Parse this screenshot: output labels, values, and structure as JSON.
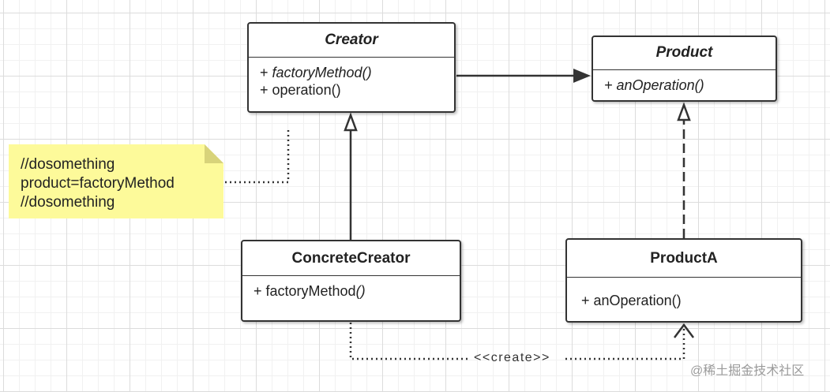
{
  "classes": {
    "creator": {
      "name": "Creator",
      "abstract": true,
      "members": [
        {
          "prefix": "+ ",
          "text": "factoryMethod()",
          "italic": true
        },
        {
          "prefix": "+ ",
          "text": "operation()",
          "italic": false
        }
      ]
    },
    "product": {
      "name": "Product",
      "abstract": true,
      "members": [
        {
          "prefix": "+ ",
          "text": "anOperation()",
          "italic": true
        }
      ]
    },
    "concrete_creator": {
      "name": "ConcreteCreator",
      "abstract": false,
      "members": [
        {
          "prefix": "+ ",
          "text": "factoryMethod",
          "italic_suffix": "()"
        }
      ]
    },
    "product_a": {
      "name": "ProductA",
      "abstract": false,
      "members": [
        {
          "prefix": "+ ",
          "text": "anOperation()",
          "italic": false
        }
      ]
    }
  },
  "note": {
    "lines": [
      "//dosomething",
      "product=factoryMethod",
      "//dosomething"
    ],
    "color": "#fdfa9a"
  },
  "relations": {
    "create_label": "<<create>>"
  },
  "watermark": "@稀土掘金技术社区"
}
